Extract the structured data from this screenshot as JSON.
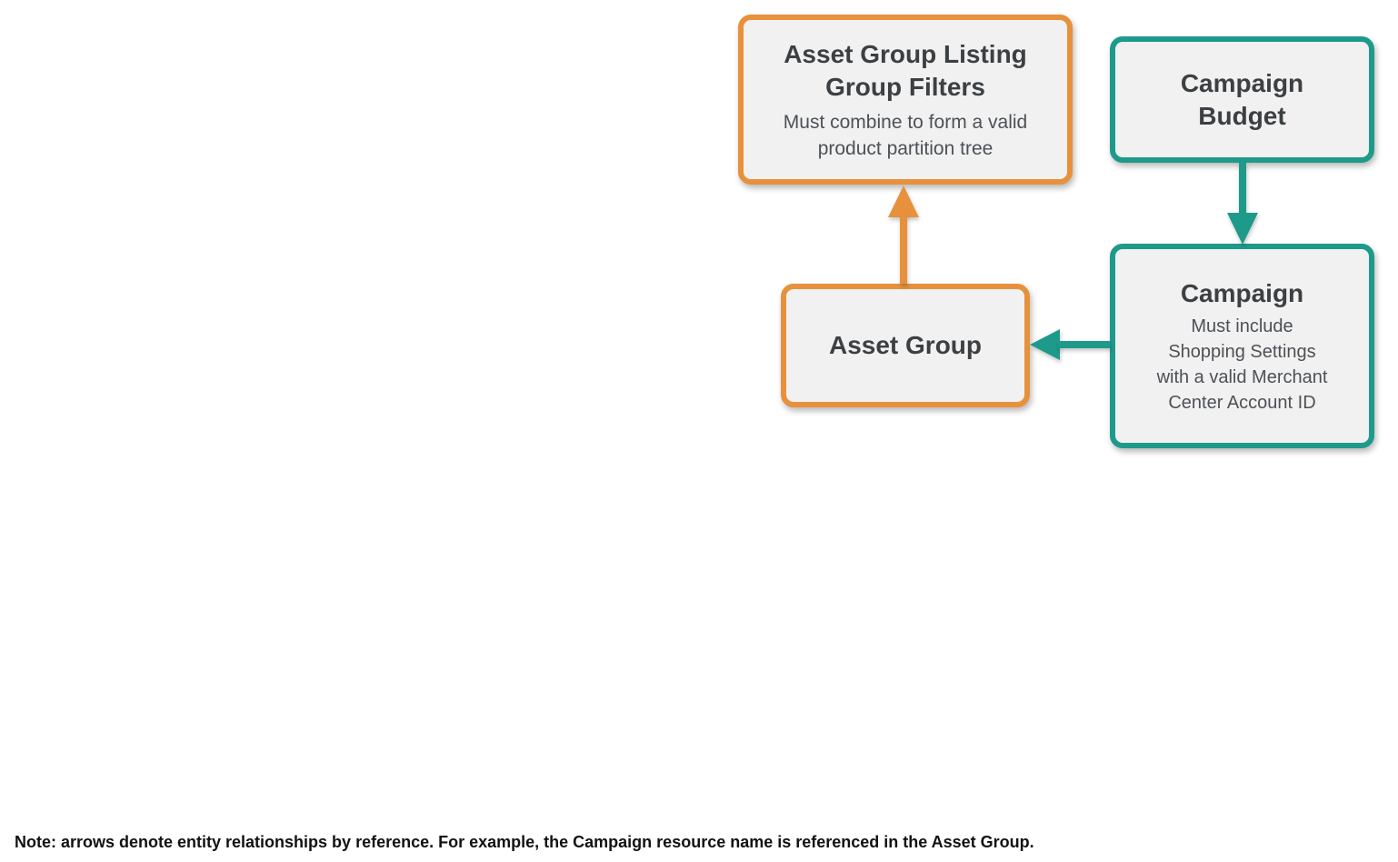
{
  "colors": {
    "orange": "#E8913C",
    "teal": "#1E9A8B",
    "fill": "#F1F1F1",
    "title": "#3C4043",
    "subtitle": "#4D5156",
    "note": "#121212",
    "background": "#FFFFFF"
  },
  "nodes": {
    "listing_group_filters": {
      "accent": "orange",
      "title_lines": [
        "Asset Group Listing",
        "Group Filters"
      ],
      "subtitle_lines": [
        "Must combine to form a valid",
        "product partition tree"
      ]
    },
    "campaign_budget": {
      "accent": "teal",
      "title_lines": [
        "Campaign",
        "Budget"
      ]
    },
    "asset_group": {
      "accent": "orange",
      "title_lines": [
        "Asset Group"
      ]
    },
    "campaign": {
      "accent": "teal",
      "title_lines": [
        "Campaign"
      ],
      "subtitle_lines": [
        "Must include",
        "Shopping Settings",
        "with a valid Merchant",
        "Center Account ID"
      ]
    }
  },
  "edges": [
    {
      "from": "asset_group",
      "to": "listing_group_filters",
      "color": "orange",
      "direction": "up"
    },
    {
      "from": "campaign_budget",
      "to": "campaign",
      "color": "teal",
      "direction": "down"
    },
    {
      "from": "campaign",
      "to": "asset_group",
      "color": "teal",
      "direction": "left"
    }
  ],
  "note": {
    "text": "Note: arrows denote entity relationships by reference. For example, the Campaign resource name is referenced in the Asset Group."
  }
}
